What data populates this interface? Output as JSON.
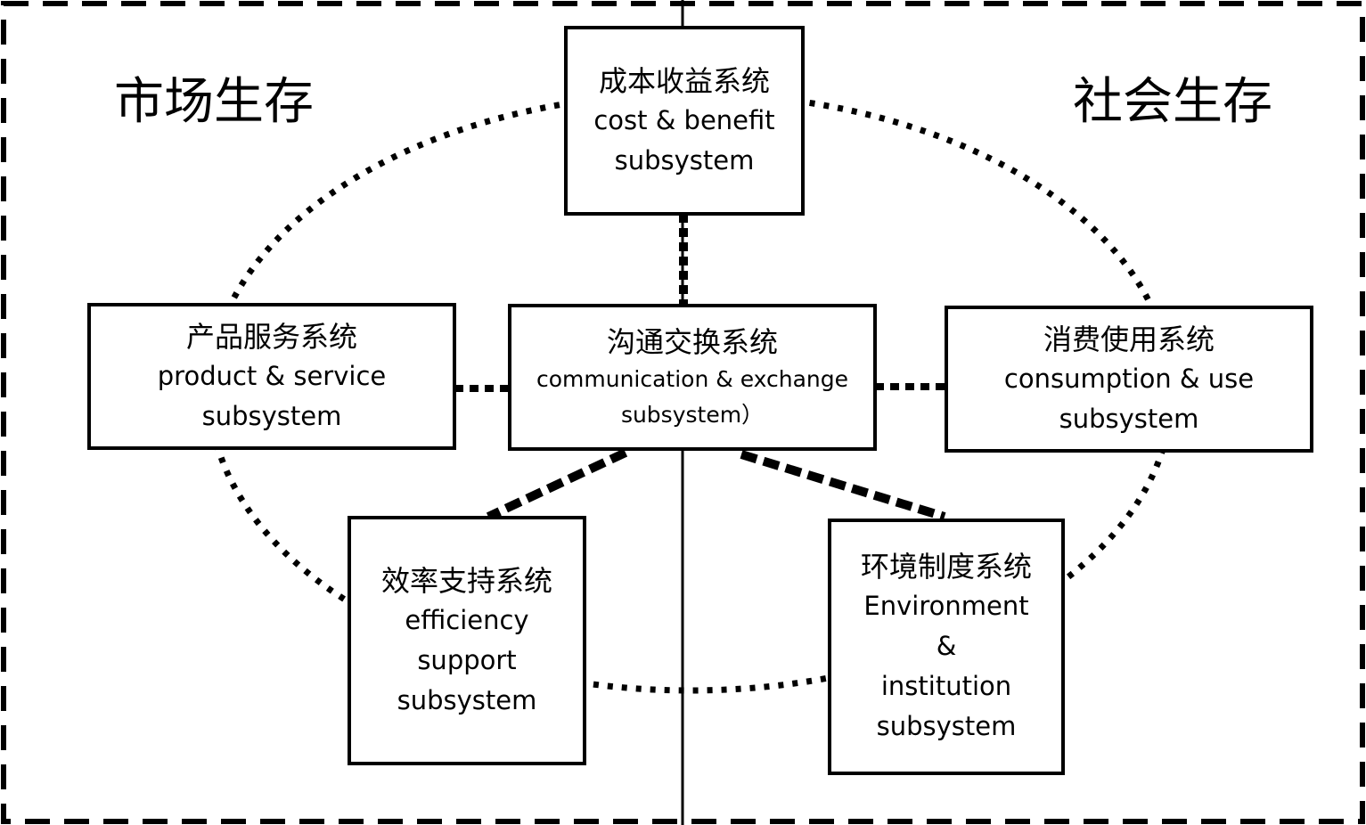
{
  "regions": {
    "market": "市场生存",
    "social": "社会生存"
  },
  "nodes": {
    "cost": {
      "zh": "成本收益系统",
      "en": [
        "cost & benefit",
        "subsystem"
      ]
    },
    "product": {
      "zh": "产品服务系统",
      "en": [
        "product & service",
        "subsystem"
      ]
    },
    "communication": {
      "zh": "沟通交换系统",
      "en": [
        "communication & exchange",
        "subsystem）"
      ]
    },
    "consumption": {
      "zh": "消费使用系统",
      "en": [
        "consumption & use",
        "subsystem"
      ]
    },
    "efficiency": {
      "zh": "效率支持系统",
      "en": [
        "efficiency",
        "support",
        "subsystem"
      ]
    },
    "environment": {
      "zh": "环境制度系统",
      "en": [
        "Environment",
        "&",
        "institution",
        "subsystem"
      ]
    }
  }
}
